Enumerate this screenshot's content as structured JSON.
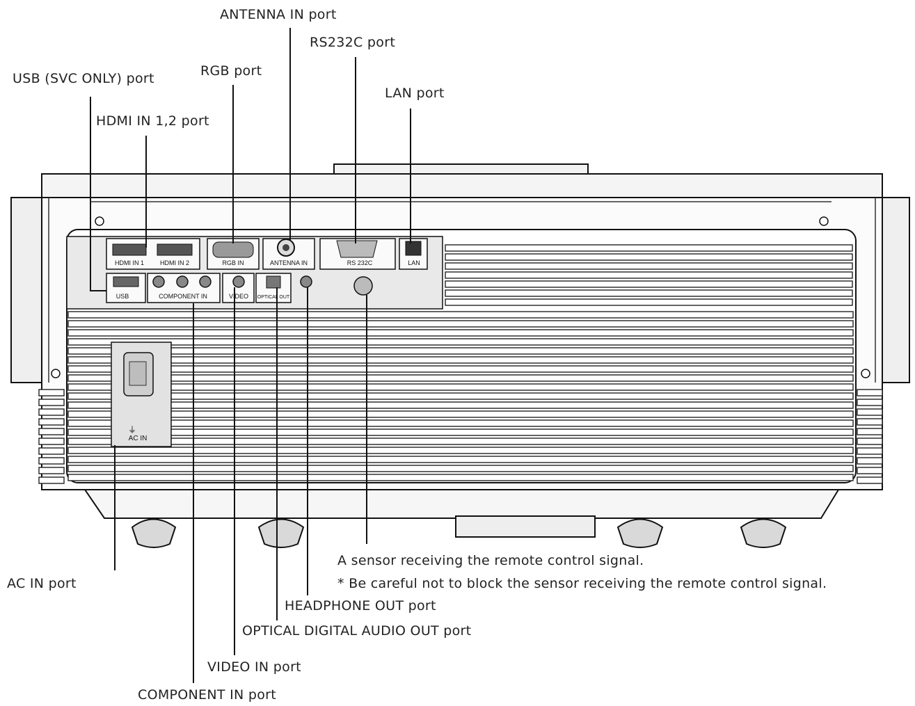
{
  "callouts": {
    "antenna": "ANTENNA IN port",
    "rs232c": "RS232C port",
    "rgb": "RGB port",
    "usb": "USB (SVC ONLY) port",
    "lan": "LAN port",
    "hdmi": "HDMI IN 1,2 port",
    "sensor": "A sensor receiving the remote control signal.",
    "sensor_note": "* Be careful not to block the sensor receiving the remote control signal.",
    "ac_in": "AC IN port",
    "headphone": "HEADPHONE OUT port",
    "optical": "OPTICAL DIGITAL AUDIO OUT port",
    "video": "VIDEO IN port",
    "component": "COMPONENT IN port"
  },
  "panel_labels": {
    "hdmi1": "HDMI IN 1",
    "hdmi2": "HDMI IN 2",
    "rgb_in": "RGB IN",
    "antenna_in": "ANTENNA IN",
    "rs232c": "RS 232C",
    "lan": "LAN",
    "usb": "USB",
    "component_in": "COMPONENT IN",
    "video": "VIDEO",
    "optical_out": "OPTICAL OUT",
    "ac_in": "AC IN"
  }
}
